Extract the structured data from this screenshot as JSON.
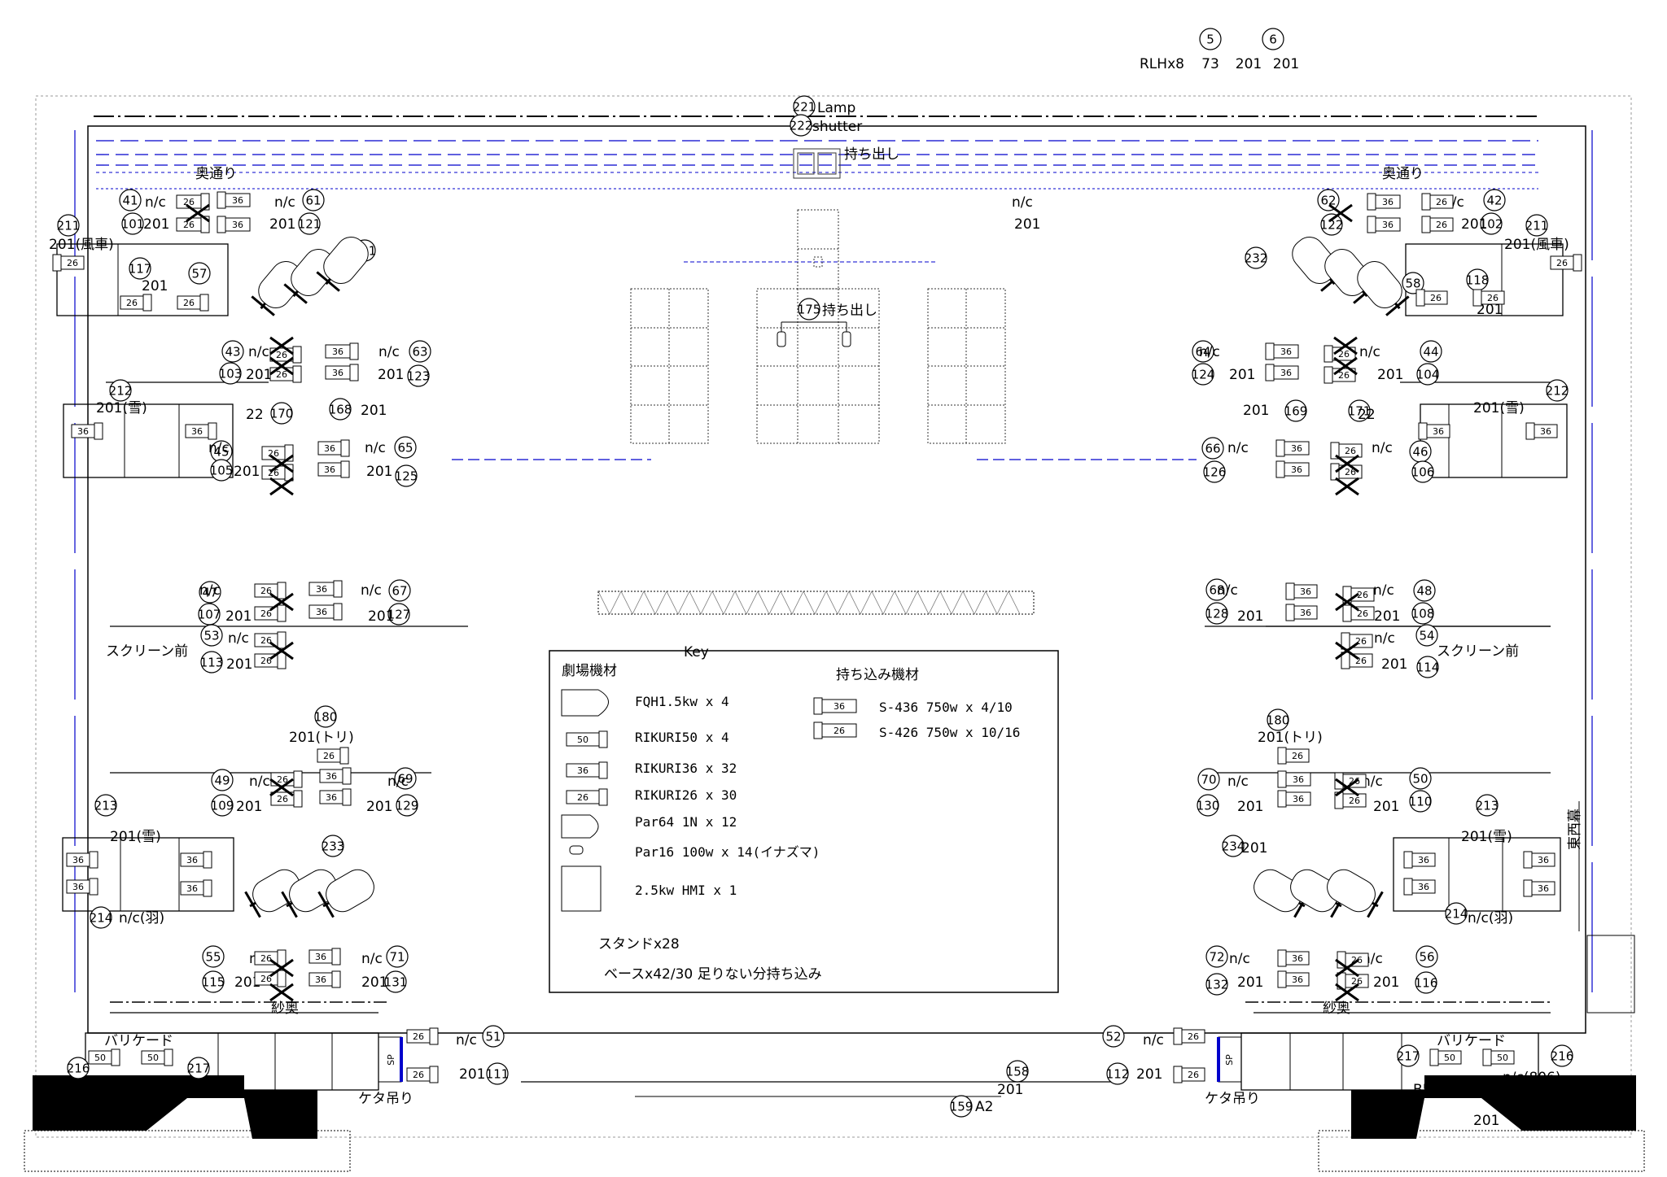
{
  "header": {
    "circle_5": "5",
    "circle_6": "6",
    "rlh_label": "RLHx8",
    "val_73": "73",
    "val_201a": "201",
    "val_201b": "201"
  },
  "top": {
    "c221": "221",
    "lamp": "Lamp",
    "c222": "222",
    "shutter": "shutter",
    "mochidashi": "持ち出し",
    "c175": "175",
    "mochidashi2": "持ち出し"
  },
  "labels": {
    "okudori": "奥通り",
    "screen_mae": "スクリーン前",
    "shaoku": "紗奥",
    "barricade": "バリケード",
    "ketatsuri": "ケタ吊り",
    "tozaimaku": "東西幕",
    "sp": "SP",
    "nc": "n/c",
    "v201": "201",
    "v22": "22",
    "v26": "26",
    "v36": "36",
    "v50": "50",
    "fusha": "201(風車)",
    "yuki": "201(雪)",
    "tori": "201(トリ)",
    "hane": "n/c(羽)",
    "nc806": "n/c(806)",
    "b5": "B5",
    "b5sup": "2",
    "p806": "(806)",
    "a2": "A2"
  },
  "circles_left": [
    "41",
    "101",
    "61",
    "121",
    "211",
    "117",
    "57",
    "231",
    "43",
    "103",
    "63",
    "123",
    "212",
    "170",
    "168",
    "45",
    "105",
    "65",
    "125",
    "47",
    "107",
    "67",
    "127",
    "53",
    "113",
    "180",
    "49",
    "109",
    "69",
    "129",
    "213",
    "233",
    "214",
    "55",
    "115",
    "71",
    "131",
    "216",
    "217",
    "51",
    "111",
    "158",
    "159"
  ],
  "circles_right": [
    "62",
    "122",
    "42",
    "102",
    "211",
    "58",
    "118",
    "232",
    "64",
    "124",
    "44",
    "104",
    "212",
    "169",
    "171",
    "66",
    "126",
    "46",
    "106",
    "68",
    "128",
    "48",
    "108",
    "54",
    "114",
    "180",
    "70",
    "130",
    "50",
    "110",
    "213",
    "234",
    "214",
    "72",
    "132",
    "56",
    "116",
    "52",
    "112",
    "216",
    "217"
  ],
  "key": {
    "title": "Key",
    "theater_title": "劇場機材",
    "bring_title": "持ち込み機材",
    "fqh": "FQH1.5kw x 4",
    "rikuri50": "RIKURI50 x 4",
    "rikuri36": "RIKURI36 x 32",
    "rikuri26": "RIKURI26 x 30",
    "par64": "Par64 1N x 12",
    "par16": "Par16 100w x 14(イナズマ)",
    "hmi": "2.5kw HMI x 1",
    "s436": "S-436 750w x 4/10",
    "s426": "S-426 750w x 10/16",
    "stand": "スタンドx28",
    "base": "ベースx42/30  足りない分持ち込み"
  },
  "colors": {
    "accent": "#0000cc",
    "line": "#000000"
  }
}
